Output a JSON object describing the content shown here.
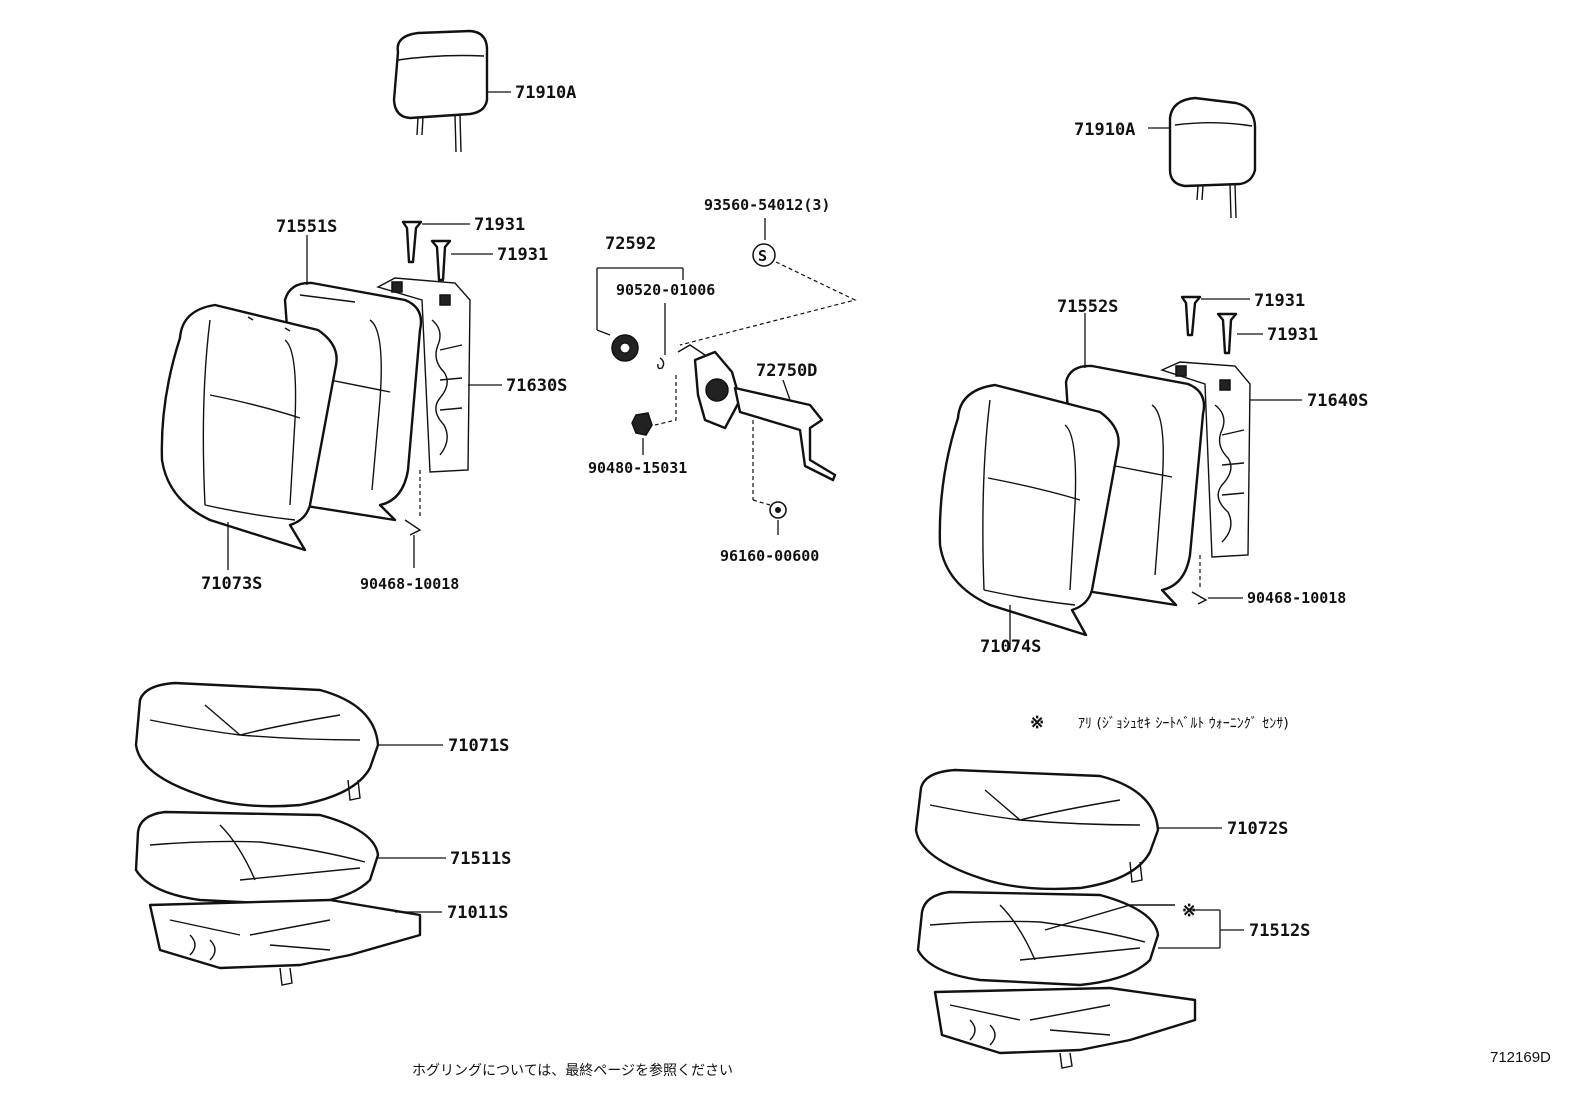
{
  "labels": {
    "headrest_left": "71910A",
    "headrest_right": "71910A",
    "pad_back_left": "71551S",
    "pad_back_right": "71552S",
    "guide_1": "71931",
    "guide_2": "71931",
    "guide_3": "71931",
    "guide_4": "71931",
    "frame_back_left": "71630S",
    "frame_back_right": "71640S",
    "cover_back_left": "71073S",
    "cover_back_right": "71074S",
    "hog_ring_left": "90468-10018",
    "hog_ring_right": "90468-10018",
    "recliner_knob": "72592",
    "clip_90520": "90520-01006",
    "screw_93560": "93560-54012(3)",
    "screw_symbol": "S",
    "recliner_adjuster": "72750D",
    "nut_90480": "90480-15031",
    "grommet_96160": "96160-00600",
    "cover_cushion_left": "71071S",
    "pad_cushion_left": "71511S",
    "frame_cushion_left": "71011S",
    "cover_cushion_right": "71072S",
    "pad_cushion_right": "71512S"
  },
  "notes": {
    "sensor_mark": "※",
    "sensor_text": "ｱﾘ (ｼﾞｮｼｭｾｷ ｼｰﾄﾍﾞﾙﾄ ｳｫｰﾆﾝｸﾞ ｾﾝｻ)",
    "hog_ring_note": "ホグリングについては、最終ページを参照ください",
    "diagram_id": "712169D"
  }
}
